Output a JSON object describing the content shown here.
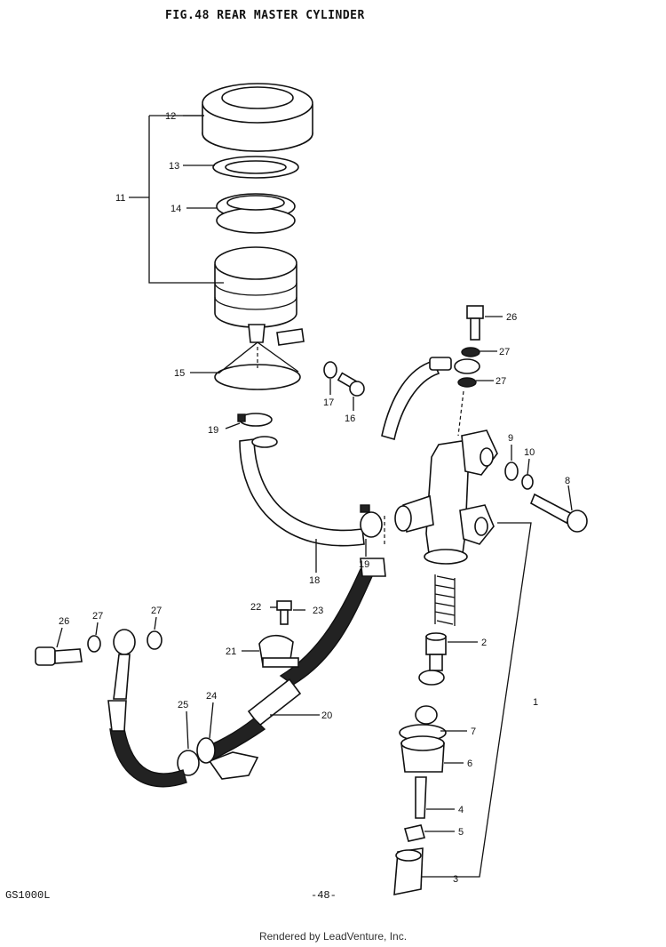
{
  "header": {
    "title": "FIG.48 REAR MASTER CYLINDER"
  },
  "footer": {
    "model": "GS1000L",
    "page": "-48-",
    "credit": "Rendered by LeadVenture, Inc."
  },
  "callouts": {
    "c1": "1",
    "c2": "2",
    "c3": "3",
    "c4": "4",
    "c5": "5",
    "c6": "6",
    "c7": "7",
    "c8": "8",
    "c9": "9",
    "c10": "10",
    "c11": "11",
    "c12": "12",
    "c13": "13",
    "c14": "14",
    "c15": "15",
    "c16": "16",
    "c17": "17",
    "c18": "18",
    "c19a": "19",
    "c19b": "19",
    "c20": "20",
    "c21": "21",
    "c22": "22",
    "c23": "23",
    "c24": "24",
    "c25": "25",
    "c26a": "26",
    "c26b": "26",
    "c27a": "27",
    "c27b": "27",
    "c27c": "27",
    "c27d": "27"
  }
}
